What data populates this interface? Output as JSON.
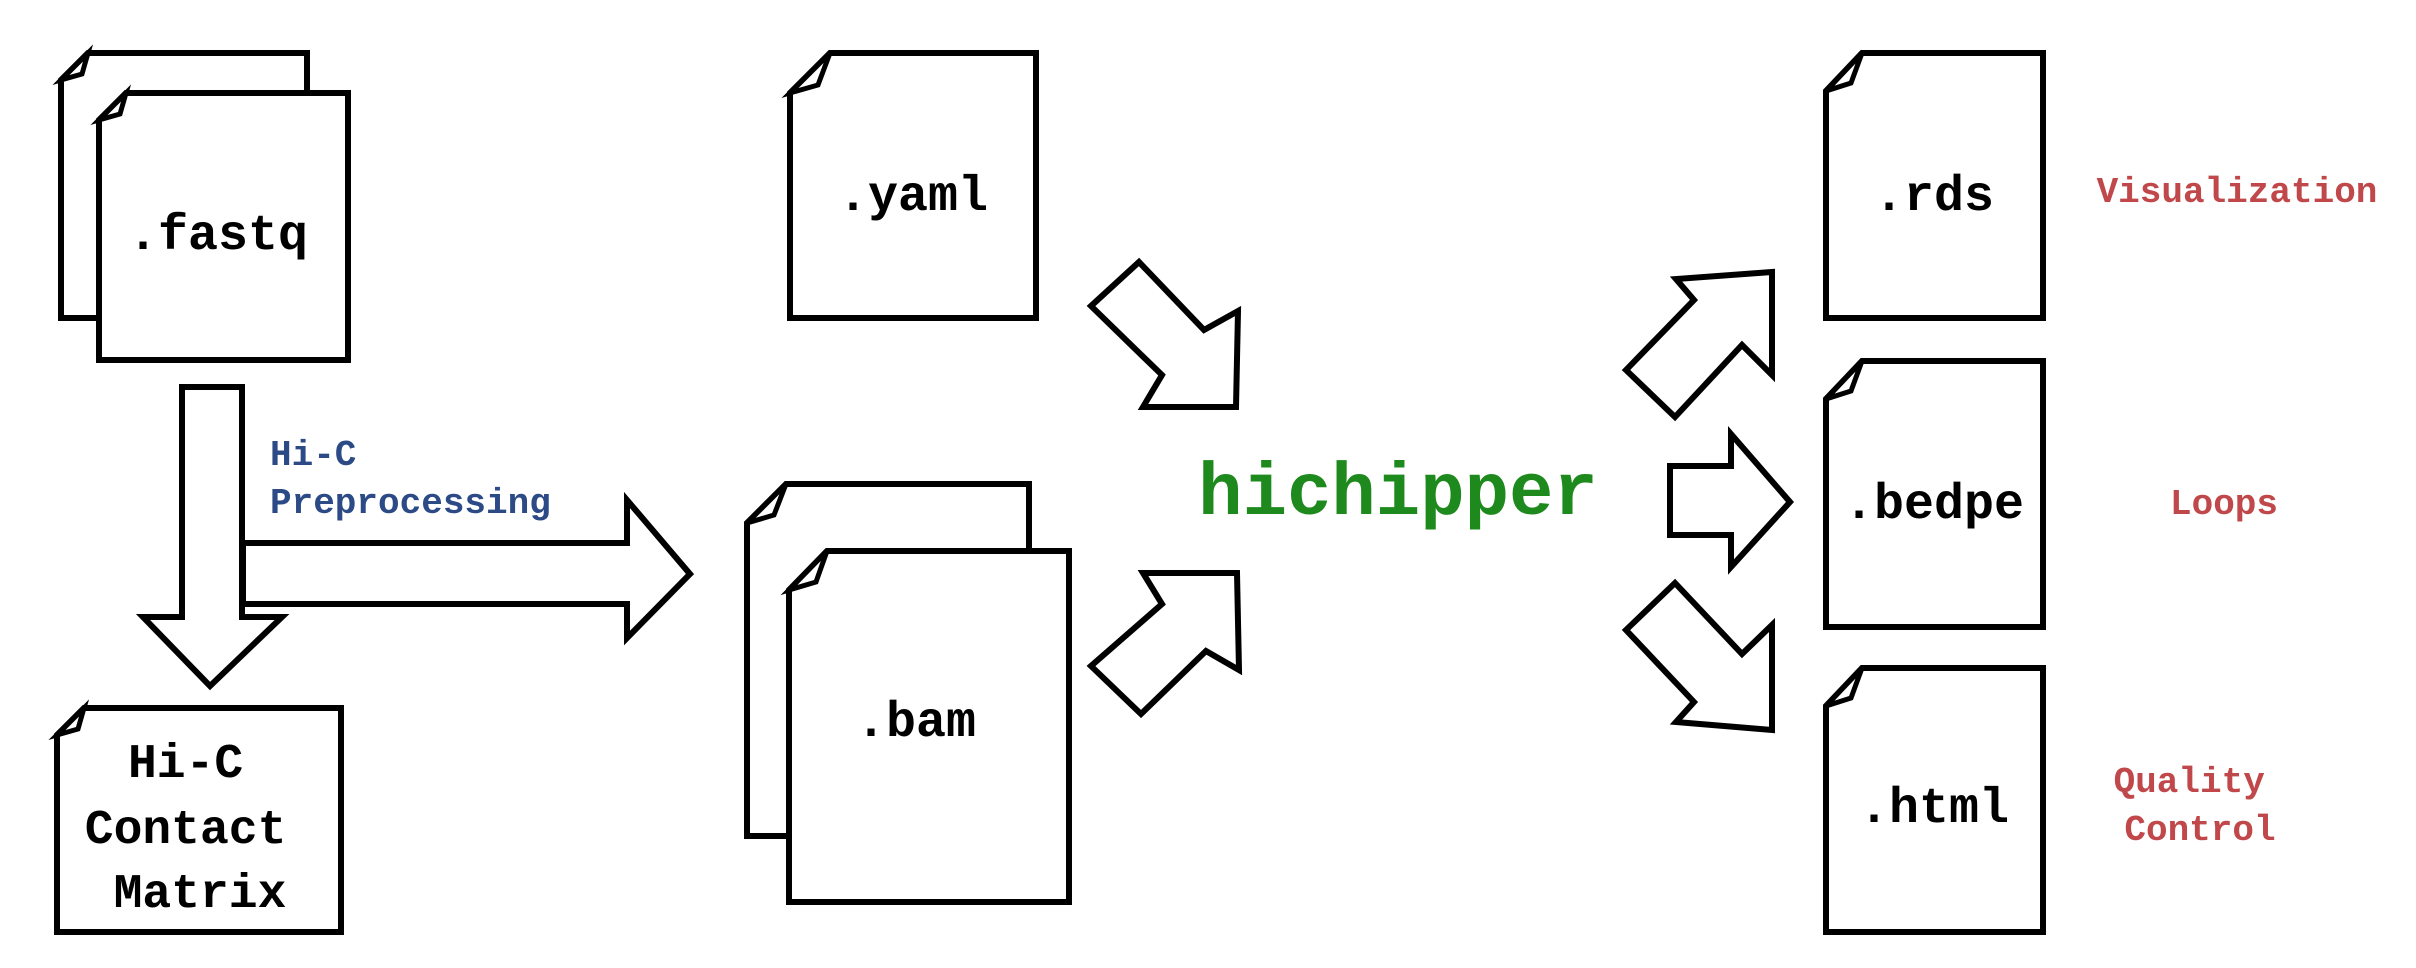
{
  "inputs": {
    "fastq": ".fastq",
    "yaml": ".yaml",
    "bam": ".bam"
  },
  "preprocessing": {
    "line1": "Hi-C",
    "line2": "Preprocessing"
  },
  "contact_matrix": {
    "line1": "Hi-C",
    "line2": "Contact",
    "line3": "Matrix"
  },
  "tool_name": "hichipper",
  "outputs": {
    "rds": ".rds",
    "bedpe": ".bedpe",
    "html": ".html"
  },
  "purposes": {
    "visualization": "Visualization",
    "loops": "Loops",
    "qc_line1": "Quality",
    "qc_line2": "Control"
  },
  "colors": {
    "tool": "#1e8a1e",
    "preprocessing": "#2c4a86",
    "purpose": "#c0484a"
  }
}
